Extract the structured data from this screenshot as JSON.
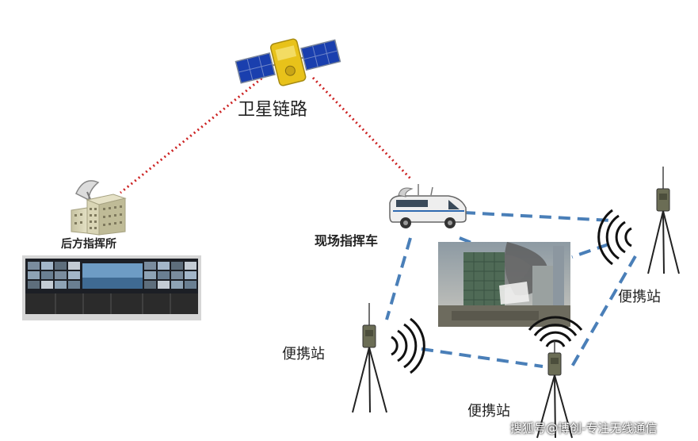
{
  "labels": {
    "satellite_link": "卫星链路",
    "rear_command": "后方指挥所",
    "field_command_vehicle": "现场指挥车",
    "portable_station": "便携站"
  },
  "watermark": "搜狐号@博创-专注无线通信",
  "colors": {
    "satellite_link": "#cc2222",
    "mesh_link": "#4a7fb8",
    "solar_panel": "#1a3fae",
    "satellite_body": "#e8c21a"
  }
}
